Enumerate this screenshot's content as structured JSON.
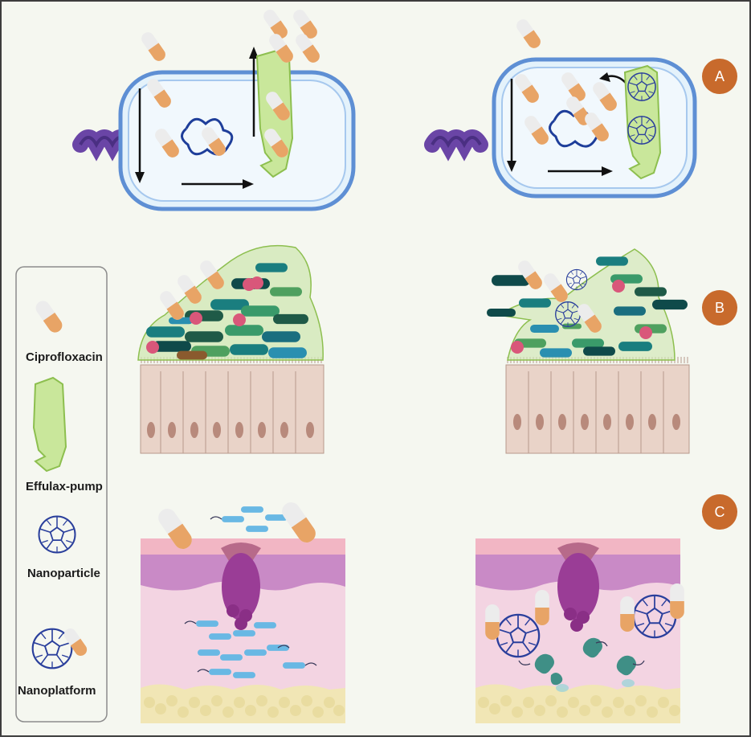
{
  "legend": {
    "items": [
      {
        "label": "Ciprofloxacin"
      },
      {
        "label": "Effulax-pump"
      },
      {
        "label": "Nanoparticle"
      },
      {
        "label": "Nanoplatform"
      }
    ]
  },
  "panels": {
    "a": {
      "badge": "A"
    },
    "b": {
      "badge": "B"
    },
    "c": {
      "badge": "C"
    }
  },
  "colors": {
    "background": "#f5f7f0",
    "capsule_orange": "#e8a466",
    "capsule_white": "#ececec",
    "pump_green": "#c9e79b",
    "flagellum_purple": "#6a45a6",
    "badge_orange": "#c86a2c",
    "nanoparticle_blue": "#2a3f9c",
    "skin_pink": "#f1c6d2",
    "fat_yellow": "#f1e6b5"
  }
}
